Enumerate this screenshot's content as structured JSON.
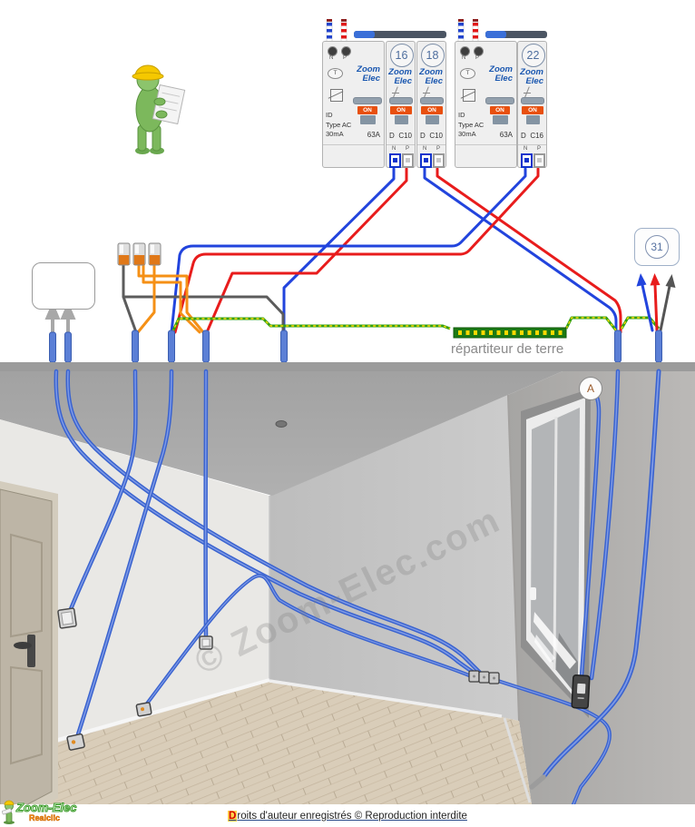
{
  "schematic": {
    "modules": [
      {
        "kind": "differential",
        "test": "T",
        "brand": [
          "Zoom",
          "Elec"
        ],
        "on": "ON",
        "spec": [
          "ID",
          "Type AC",
          "30mA"
        ],
        "rating": "63A",
        "top_terminals": [
          "N",
          "P"
        ]
      },
      {
        "kind": "breaker",
        "circuit": "16",
        "brand": [
          "Zoom",
          "Elec"
        ],
        "on": "ON",
        "curve": "D",
        "calibre": "C10",
        "bottom_terminals": [
          "N",
          "P"
        ]
      },
      {
        "kind": "breaker",
        "circuit": "18",
        "brand": [
          "Zoom",
          "Elec"
        ],
        "on": "ON",
        "curve": "D",
        "calibre": "C10",
        "bottom_terminals": [
          "N",
          "P"
        ]
      },
      {
        "kind": "differential",
        "test": "T",
        "brand": [
          "Zoom",
          "Elec"
        ],
        "on": "ON",
        "spec": [
          "ID",
          "Type AC",
          "30mA"
        ],
        "rating": "63A",
        "top_terminals": [
          "N",
          "P"
        ]
      },
      {
        "kind": "breaker",
        "circuit": "22",
        "brand": [
          "Zoom",
          "Elec"
        ],
        "on": "ON",
        "curve": "D",
        "calibre": "C16",
        "bottom_terminals": [
          "N",
          "P"
        ]
      }
    ],
    "earth_label": "répartiteur de terre",
    "goto_ref": "31"
  },
  "room": {
    "marker": "A"
  },
  "watermark": "© Zoom-Elec.com",
  "footer": {
    "lead": "D",
    "text": "roits d'auteur enregistrés © Reproduction interdite"
  },
  "logo": {
    "title": "Zoom-Elec",
    "subtitle": "Realclic"
  },
  "colors": {
    "phase_red": "#e81c1c",
    "neutral_blue": "#2244dd",
    "earth_green": "#33a012",
    "earth_yellow": "#ffd900",
    "switched_orange": "#f59016",
    "shuttle_gray": "#666666",
    "sheath_blue": "#5b7fd6",
    "conduit_blue": "#3a63cf",
    "on_button": "#e8500f",
    "brand_blue": "#1a57b0"
  }
}
